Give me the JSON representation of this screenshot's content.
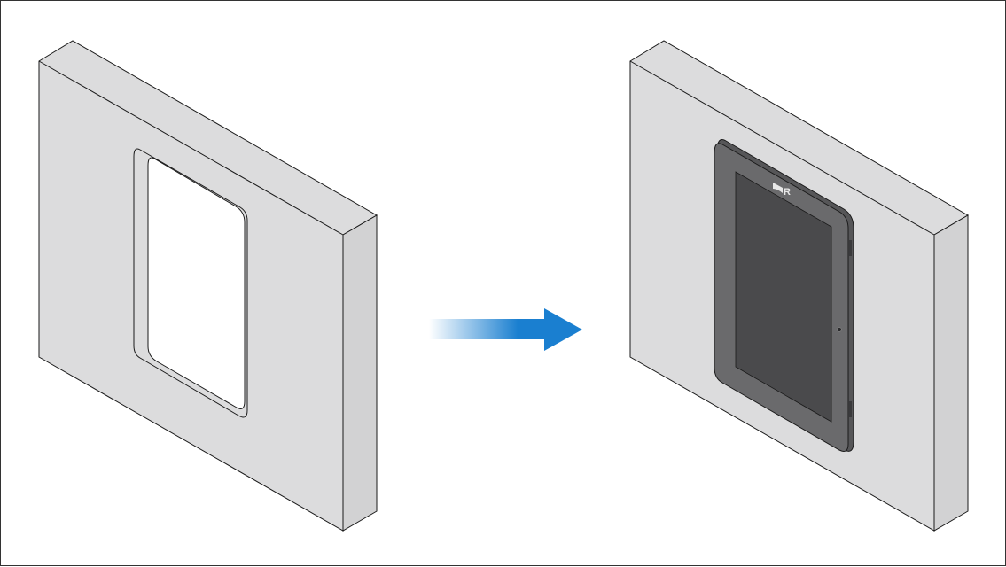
{
  "colors": {
    "panel_face": "#dcdcdd",
    "panel_side": "#d2d2d3",
    "outline": "#1a1a1a",
    "cutout": "#ffffff",
    "device_bezel": "#6a6a6c",
    "device_edge": "#565658",
    "device_screen": "#4a4a4c",
    "logo": "#e8e8e8",
    "arrow": "#1a7fd0",
    "arrow_fade": "#ffffff"
  },
  "figure": {
    "before": "panel-with-cutout",
    "after": "panel-with-flush-mounted-display",
    "transition": "right-arrow"
  },
  "device": {
    "logo_glyph": "R",
    "logo_icon": "raymarine-wave-icon",
    "indicator": "camera-dot"
  }
}
